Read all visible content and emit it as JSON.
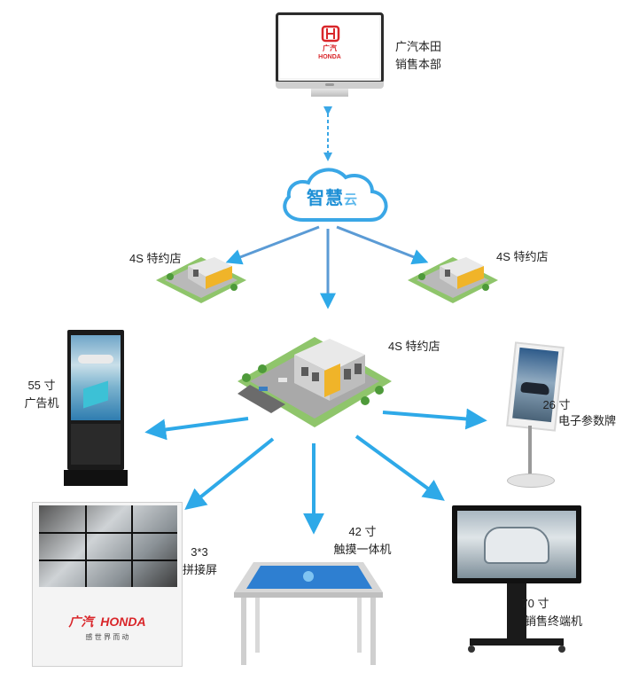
{
  "hq": {
    "logo_brand_cn": "广汽",
    "logo_brand_en": "HONDA",
    "label_line1": "广汽本田",
    "label_line2": "销售本部"
  },
  "cloud": {
    "label_part1": "智慧",
    "label_part2": "云"
  },
  "dealers": {
    "left_label": "4S 特约店",
    "right_label": "4S 特约店",
    "main_label": "4S 特约店"
  },
  "devices": {
    "kiosk55": {
      "line1": "55 寸",
      "line2": "广告机"
    },
    "stand26": {
      "line1": "26 寸",
      "line2": "电子参数牌"
    },
    "wall3x3": {
      "line1": "3*3",
      "line2": "拼接屏",
      "brand_cn": "广汽",
      "brand_en": "HONDA",
      "slogan": "感 世 界 而 动"
    },
    "table42": {
      "line1": "42 寸",
      "line2": "触摸一体机"
    },
    "terminal70": {
      "line1": "70 寸",
      "line2": "销售终端机"
    }
  },
  "colors": {
    "arrow_blue": "#2ea9e8",
    "arrow_blue_dark": "#1f7fc7",
    "cloud_blue": "#3aa7e6",
    "honda_red": "#d9262a"
  }
}
